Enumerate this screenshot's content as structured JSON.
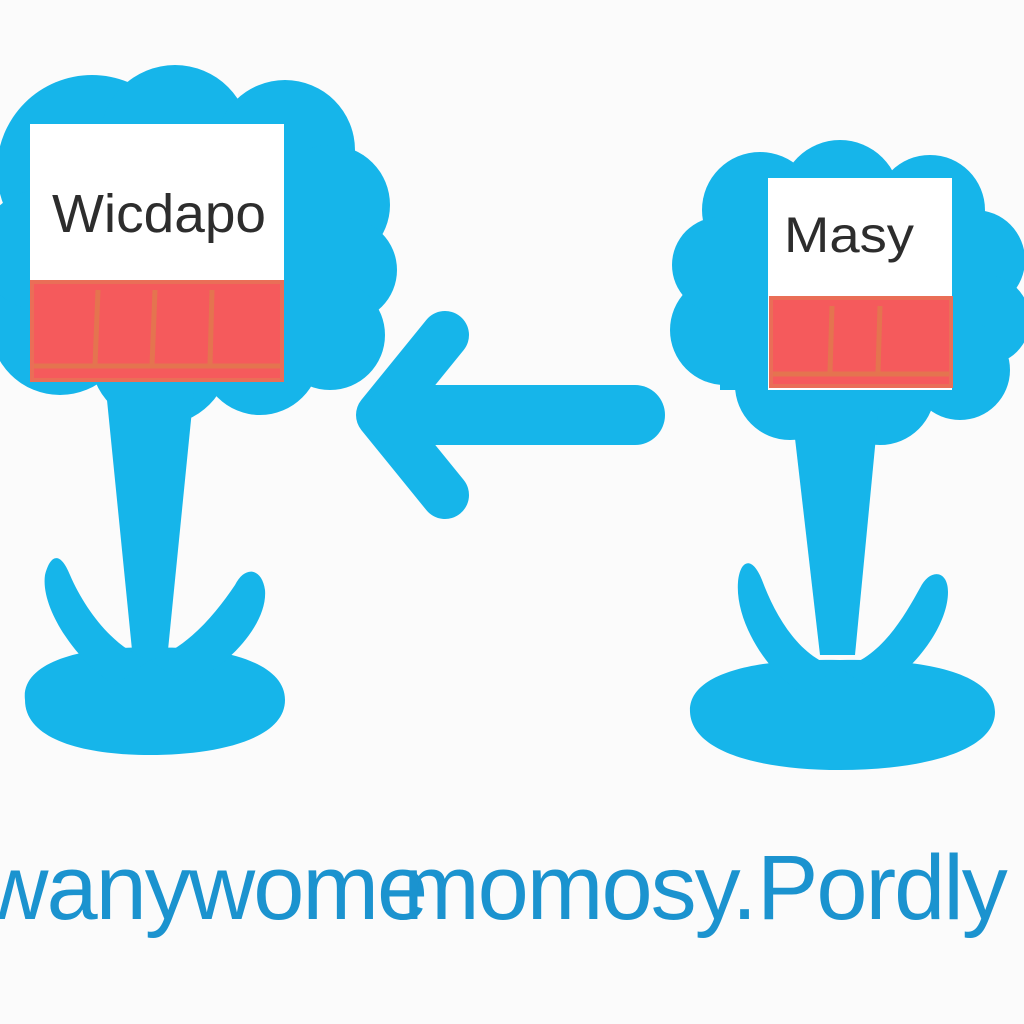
{
  "colors": {
    "cloud": "#16b5ea",
    "card": "#ffffff",
    "card_band": "#f55a5c",
    "card_band_edge": "#ea6e57",
    "text_dark": "#2d2d2d",
    "caption": "#1b93cf",
    "background": "#fbfbfb"
  },
  "left_node": {
    "label": "Wicdapo",
    "icon": "cloud-icon"
  },
  "right_node": {
    "label": "Masy",
    "icon": "cloud-icon"
  },
  "connector": {
    "icon": "arrow-left-icon",
    "direction": "right-to-left"
  },
  "caption": {
    "part1": "wanywome",
    "part2": "momosy.",
    "part3": "Pordly"
  }
}
